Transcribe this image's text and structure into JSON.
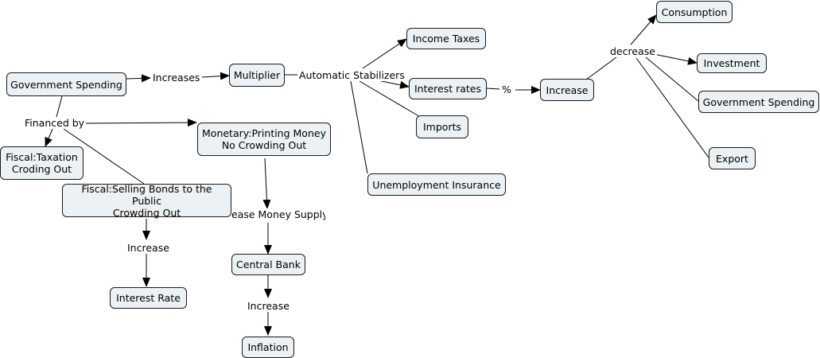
{
  "nodes": {
    "government_spending": "Government Spending",
    "multiplier": "Multiplier",
    "income_taxes": "Income Taxes",
    "interest_rates": "Interest rates",
    "imports": "Imports",
    "increase_rates": "Increase",
    "consumption": "Consumption",
    "investment": "Investment",
    "government_spending_2": "Government Spending",
    "export": "Export",
    "unemployment_insurance": "Unemployment Insurance",
    "monetary_printing": "Monetary:Printing Money\nNo Crowding Out",
    "fiscal_taxation": "Fiscal:Taxation\nCroding Out",
    "fiscal_bonds": "Fiscal:Selling Bonds to the Public\nCrowding Out",
    "central_bank": "Central Bank",
    "inflation": "Inflation",
    "interest_rate": "Interest Rate"
  },
  "labels": {
    "increases": "Increases",
    "automatic_stabilizers": "Automatic Stabilizers",
    "percent": "%",
    "decrease": "decrease",
    "financed_by": "Financed by",
    "increase_money_supply": "ease Money Supply",
    "increase_bonds": "Increase",
    "increase_bank": "Increase"
  }
}
